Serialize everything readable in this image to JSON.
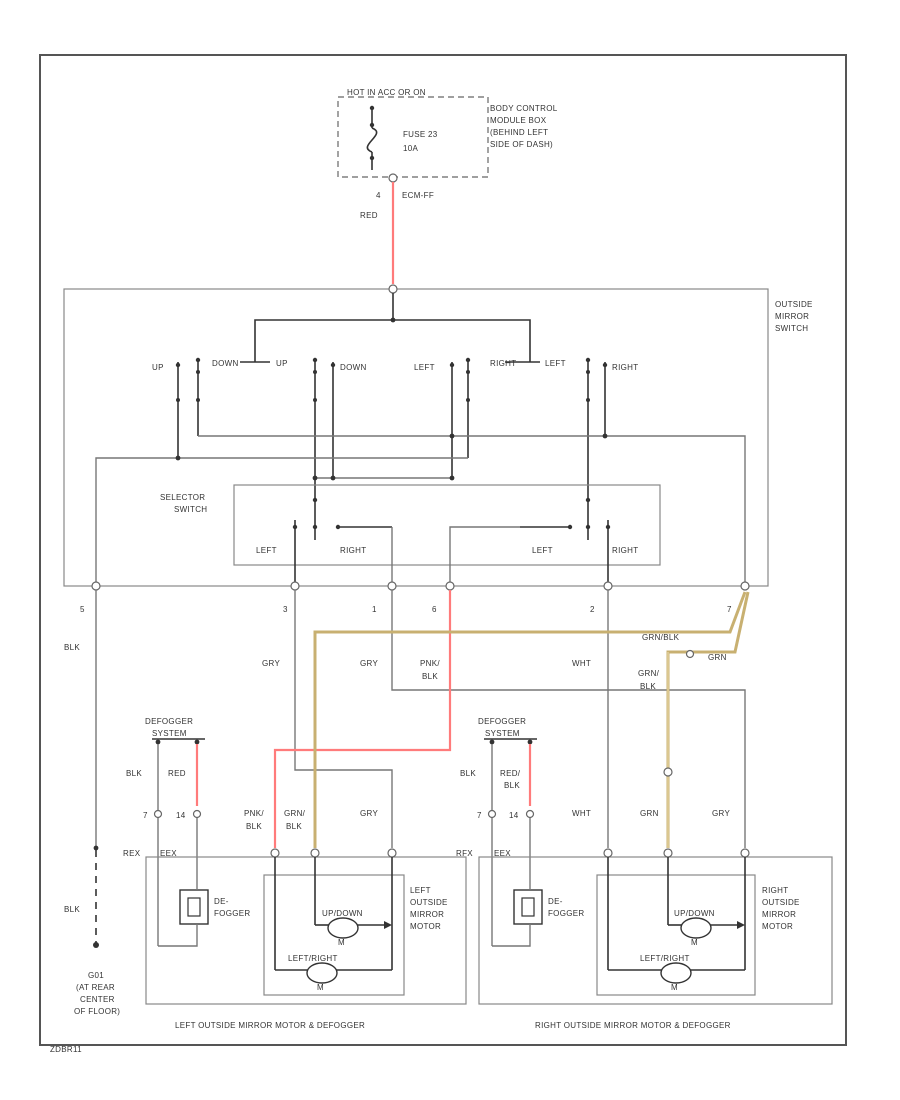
{
  "fuse_box": {
    "hot_label": "HOT IN ACC OR ON",
    "fuse": "FUSE 23",
    "rating": "10A",
    "module_line1": "BODY CONTROL",
    "module_line2": "MODULE BOX",
    "module_line3": "(BEHIND LEFT",
    "module_line4": "SIDE OF DASH)",
    "pin": "4",
    "conn_code": "ECM-FF"
  },
  "mirror_switch": {
    "name_line1": "OUTSIDE",
    "name_line2": "MIRROR",
    "name_line3": "SWITCH",
    "contacts": [
      "UP",
      "DOWN",
      "UP",
      "DOWN",
      "LEFT",
      "RIGHT",
      "LEFT",
      "RIGHT"
    ],
    "selector_line1": "SELECTOR",
    "selector_line2": "SWITCH",
    "selector_left_1": "LEFT",
    "selector_right_1": "RIGHT",
    "selector_left_2": "LEFT",
    "selector_right_2": "RIGHT"
  },
  "pins": [
    "5",
    "3",
    "1",
    "6",
    "2",
    "7"
  ],
  "wires": {
    "red": "RED",
    "blk": "BLK",
    "gry_1": "GRY",
    "gry_2": "GRY",
    "pnk_1": "PNK/",
    "pnk_2": "BLK",
    "wht": "WHT",
    "grn_1": "GRN/",
    "grn_2": "BLK",
    "grn_blk_route": "GRN/BLK",
    "grn_splice": "GRN",
    "left_blk": "BLK",
    "left_red": "RED",
    "right_blk": "BLK",
    "right_red": "RED/",
    "right_red_2": "BLK",
    "lm_pnk": "PNK/",
    "lm_pnk_2": "BLK",
    "lm_grn": "GRN/",
    "lm_grn_2": "BLK",
    "lm_gry": "GRY",
    "rm_wht": "WHT",
    "rm_grn": "GRN",
    "rm_gry": "GRY",
    "ground_blk": "BLK"
  },
  "defogger_left": {
    "line1": "DEFOGGER",
    "line2": "SYSTEM",
    "pin_a": "7",
    "pin_b": "14",
    "conn_a": "REX",
    "conn_b": "EEX",
    "element_line1": "DE-",
    "element_line2": "FOGGER"
  },
  "defogger_right": {
    "line1": "DEFOGGER",
    "line2": "SYSTEM",
    "pin_a": "7",
    "pin_b": "14",
    "conn_a": "RFX",
    "conn_b": "EEX",
    "element_line1": "DE-",
    "element_line2": "FOGGER"
  },
  "left_motor": {
    "line1": "LEFT",
    "line2": "OUTSIDE",
    "line3": "MIRROR",
    "line4": "MOTOR",
    "updown": "UP/DOWN",
    "leftright": "LEFT/RIGHT",
    "m_symbol": "M",
    "caption": "LEFT OUTSIDE MIRROR MOTOR & DEFOGGER"
  },
  "right_motor": {
    "line1": "RIGHT",
    "line2": "OUTSIDE",
    "line3": "MIRROR",
    "line4": "MOTOR",
    "updown": "UP/DOWN",
    "leftright": "LEFT/RIGHT",
    "m_symbol": "M",
    "caption": "RIGHT OUTSIDE MIRROR MOTOR & DEFOGGER"
  },
  "ground": {
    "line1": "G01",
    "line2": "(AT REAR",
    "line3": "CENTER",
    "line4": "OF FLOOR)"
  },
  "footer_code": "ZDBR11"
}
